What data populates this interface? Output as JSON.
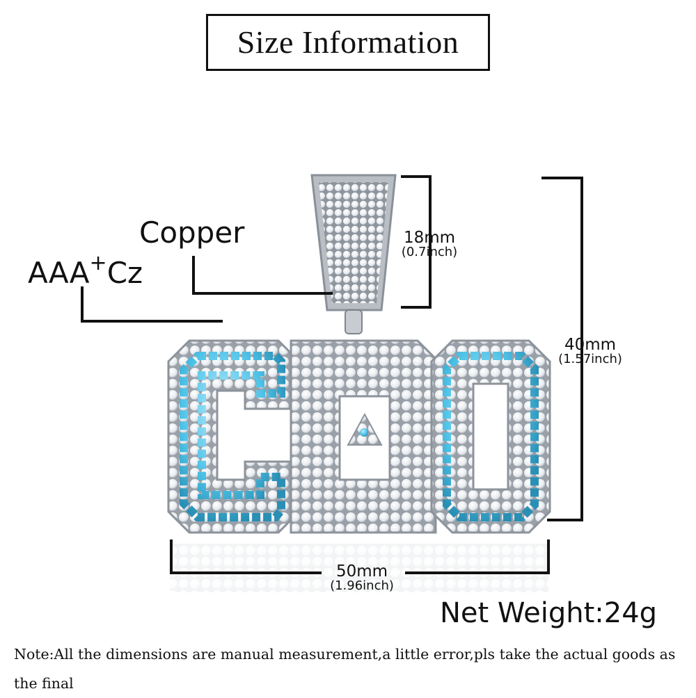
{
  "title": "Size Information",
  "labels": {
    "material": "Copper",
    "stone_prefix": "AAA",
    "stone_plus": "+",
    "stone_suffix": "Cz"
  },
  "dimensions": {
    "bail_height": "18mm",
    "bail_height_inch": "(0.7inch)",
    "total_height": "40mm",
    "total_height_inch": "(1.57inch)",
    "width": "50mm",
    "width_inch": "(1.96inch)"
  },
  "net_weight": "Net Weight:24g",
  "note": "Note:All the dimensions are manual measurement,a little error,pls take the actual goods as the final",
  "colors": {
    "stone_white": "#f2f4f6",
    "stone_blue": "#4fc3e8",
    "metal": "#b8bdc4",
    "ink": "#111111"
  }
}
